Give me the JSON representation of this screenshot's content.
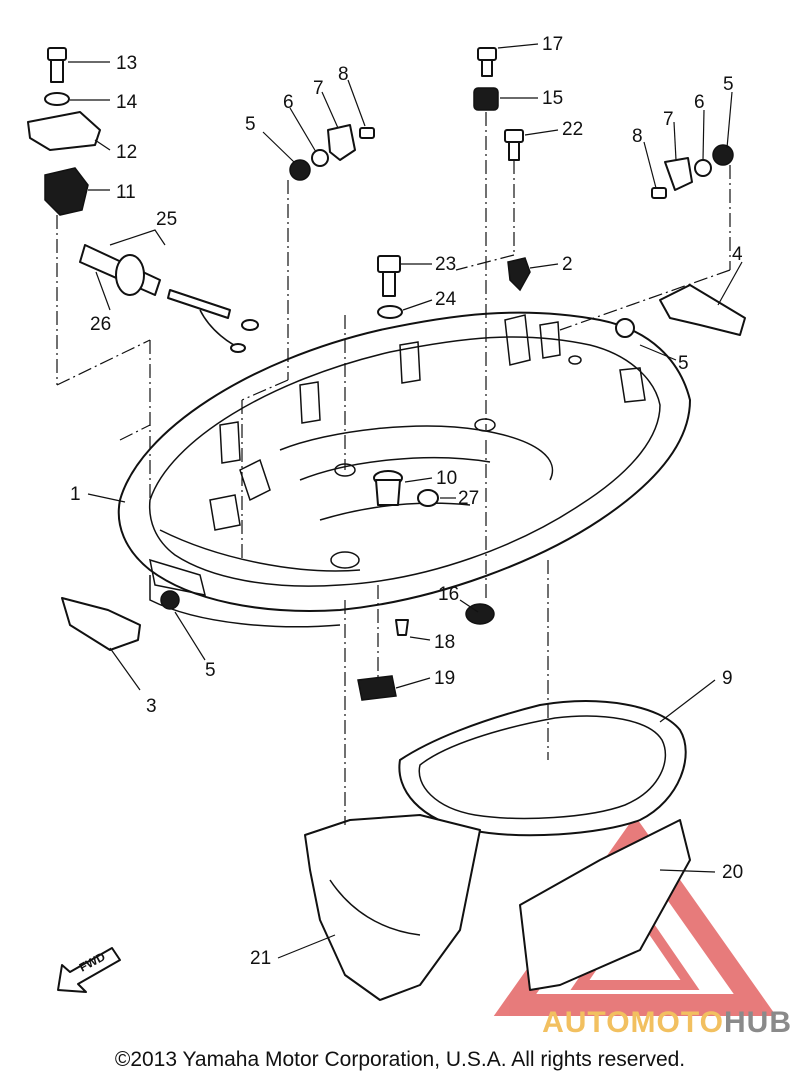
{
  "callouts": {
    "c1": "1",
    "c2": "2",
    "c3": "3",
    "c4": "4",
    "c5a": "5",
    "c5b": "5",
    "c5c": "5",
    "c5d": "5",
    "c6a": "6",
    "c6b": "6",
    "c7a": "7",
    "c7b": "7",
    "c8a": "8",
    "c8b": "8",
    "c9": "9",
    "c10": "10",
    "c11": "11",
    "c12": "12",
    "c13": "13",
    "c14": "14",
    "c15": "15",
    "c16": "16",
    "c17": "17",
    "c18": "18",
    "c19": "19",
    "c20": "20",
    "c21": "21",
    "c22": "22",
    "c23": "23",
    "c24": "24",
    "c25": "25",
    "c26": "26",
    "c27": "27"
  },
  "fwd_label": "FWD",
  "watermark": {
    "part1": "AUTOMOTO",
    "part2": "HUB",
    "color1": "#f2c060",
    "color2": "#8a8a8a",
    "triangle_color": "#e05050"
  },
  "copyright": "©2013 Yamaha Motor Corporation, U.S.A. All rights reserved."
}
